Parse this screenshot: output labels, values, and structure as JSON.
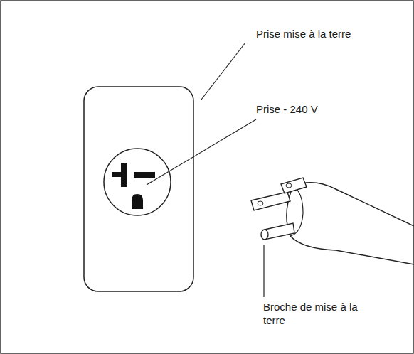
{
  "diagram": {
    "labels": [
      "Prise mise à la terre",
      "Prise - 240 V",
      "Broche de mise à la terre"
    ]
  }
}
